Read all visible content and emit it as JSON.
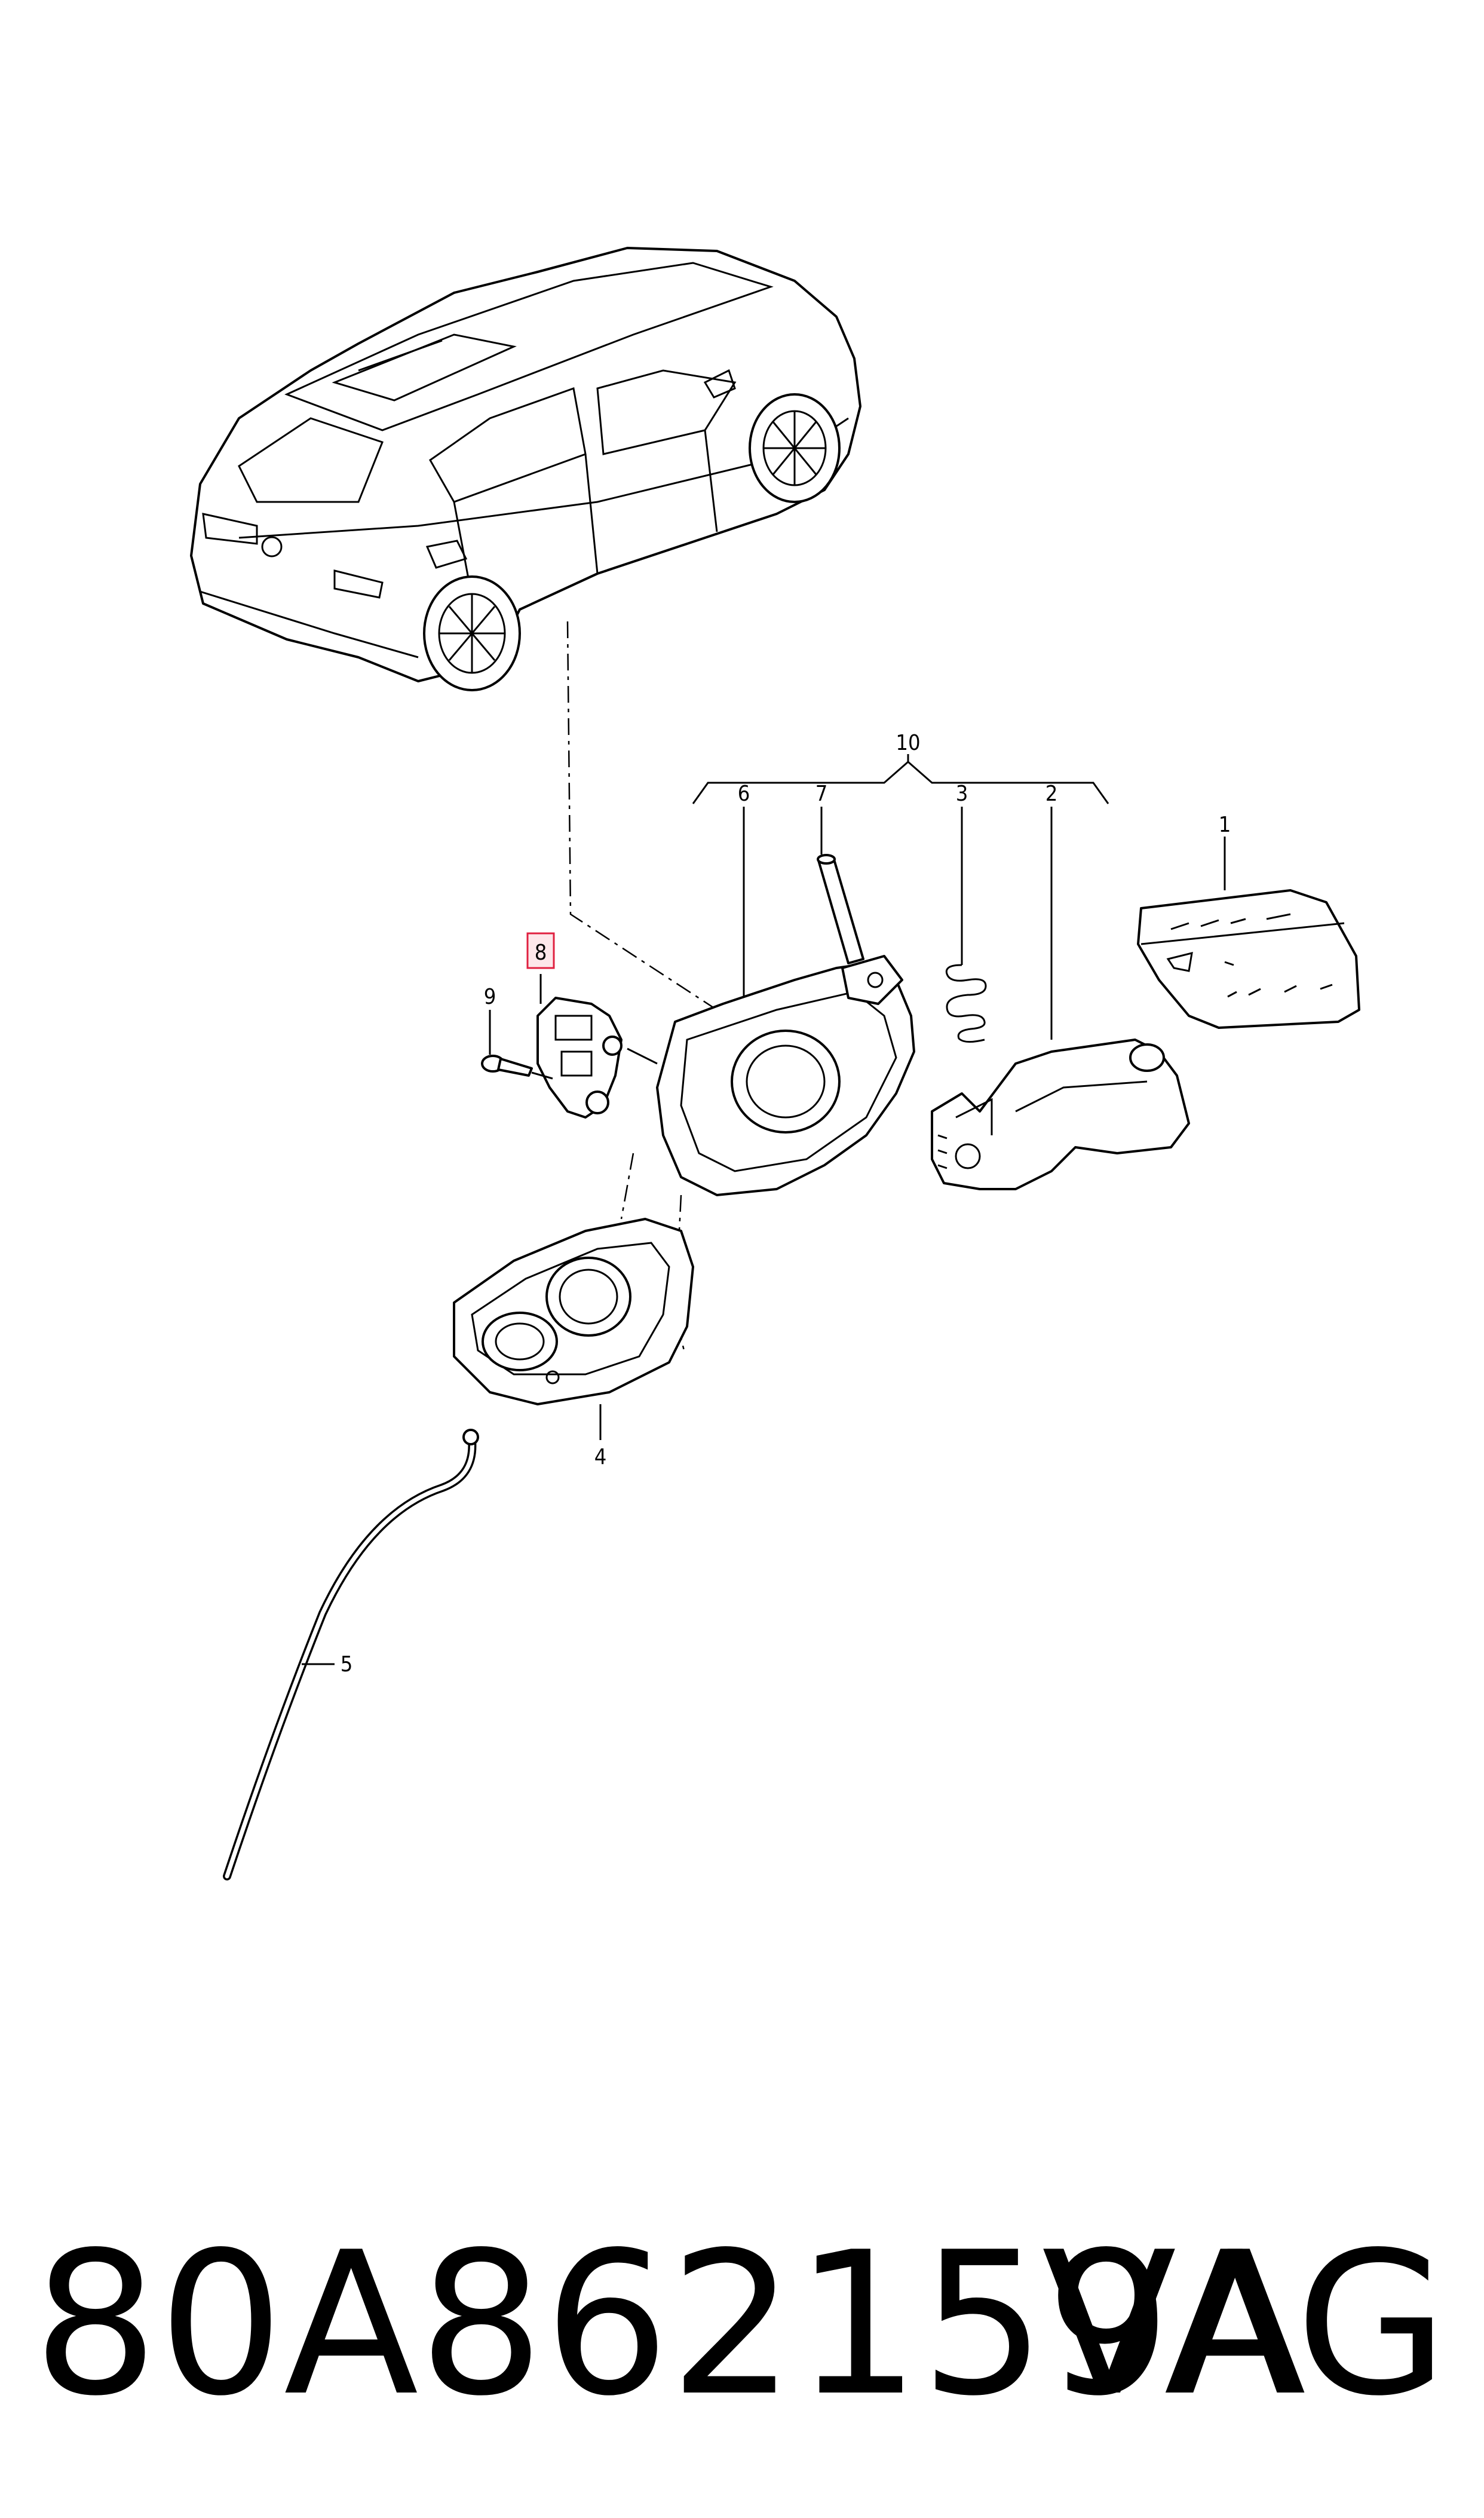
{
  "diagram": {
    "callouts": {
      "c1": "1",
      "c2": "2",
      "c3": "3",
      "c4": "4",
      "c5": "5",
      "c6": "6",
      "c7": "7",
      "c8": "8",
      "c9": "9",
      "c10": "10"
    },
    "highlighted_callout": "8"
  },
  "footer": {
    "part_number": "80A862159A",
    "brand": "VAG"
  }
}
